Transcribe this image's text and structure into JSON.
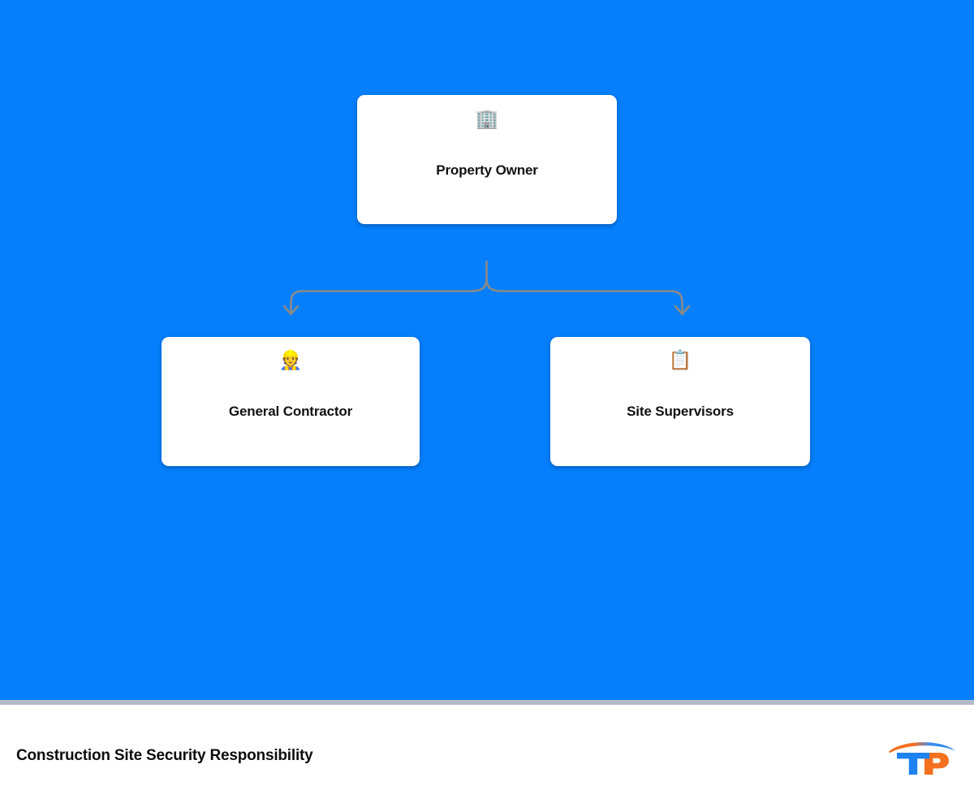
{
  "theme": {
    "canvas_bg": "#057ffc",
    "node_bg": "#ffffff",
    "node_text": "#111111",
    "connector_color": "#8a8a8a",
    "divider_color": "#b2bccb",
    "footer_bg": "#ffffff",
    "footer_text": "#0d0d0d",
    "brand_blue": "#1e82f0",
    "brand_orange": "#f4701f"
  },
  "chart_data": {
    "type": "diagram",
    "diagram_kind": "hierarchy-tree",
    "title": "Construction Site Security Responsibility",
    "levels": 2,
    "nodes": [
      {
        "id": "root",
        "label": "Property Owner",
        "icon": "🏢",
        "icon_name": "office-building-icon",
        "level": 0
      },
      {
        "id": "child-0",
        "label": "General Contractor",
        "icon": "👷",
        "icon_name": "construction-worker-icon",
        "level": 1
      },
      {
        "id": "child-1",
        "label": "Site Supervisors",
        "icon": "📋",
        "icon_name": "clipboard-icon",
        "level": 1
      }
    ],
    "edges": [
      {
        "from": "root",
        "to": "child-0",
        "style": "elbow-arrow"
      },
      {
        "from": "root",
        "to": "child-1",
        "style": "elbow-arrow"
      }
    ]
  },
  "footer": {
    "title": "Construction Site Security Responsibility",
    "logo": {
      "text_primary": "T",
      "text_secondary": "P",
      "alt": "TP logo"
    }
  }
}
